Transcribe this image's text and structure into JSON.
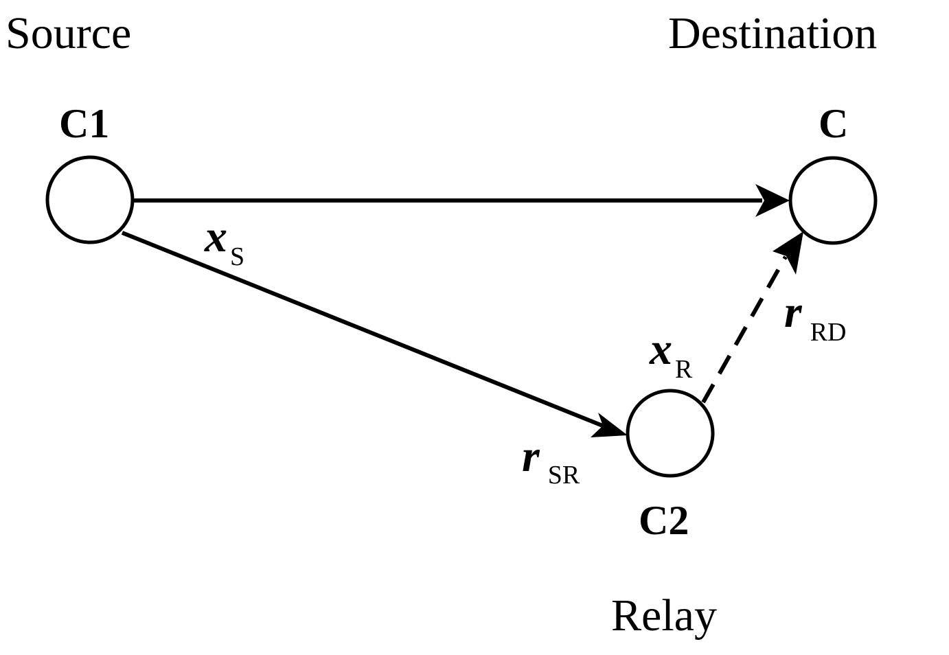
{
  "roles": {
    "source": "Source",
    "destination": "Destination",
    "relay": "Relay"
  },
  "nodes": {
    "c1": "C1",
    "c": "C",
    "c2": "C2"
  },
  "signals": {
    "xs": {
      "symbol": "x",
      "sub": "S"
    },
    "rsr": {
      "symbol": "r",
      "sub": "SR"
    },
    "xr": {
      "symbol": "x",
      "sub": "R"
    },
    "rrd": {
      "symbol": "r",
      "sub": "RD"
    }
  },
  "edges": [
    {
      "from": "C1",
      "to": "C",
      "style": "solid"
    },
    {
      "from": "C1",
      "to": "C2",
      "style": "solid"
    },
    {
      "from": "C2",
      "to": "C",
      "style": "dashed"
    }
  ]
}
